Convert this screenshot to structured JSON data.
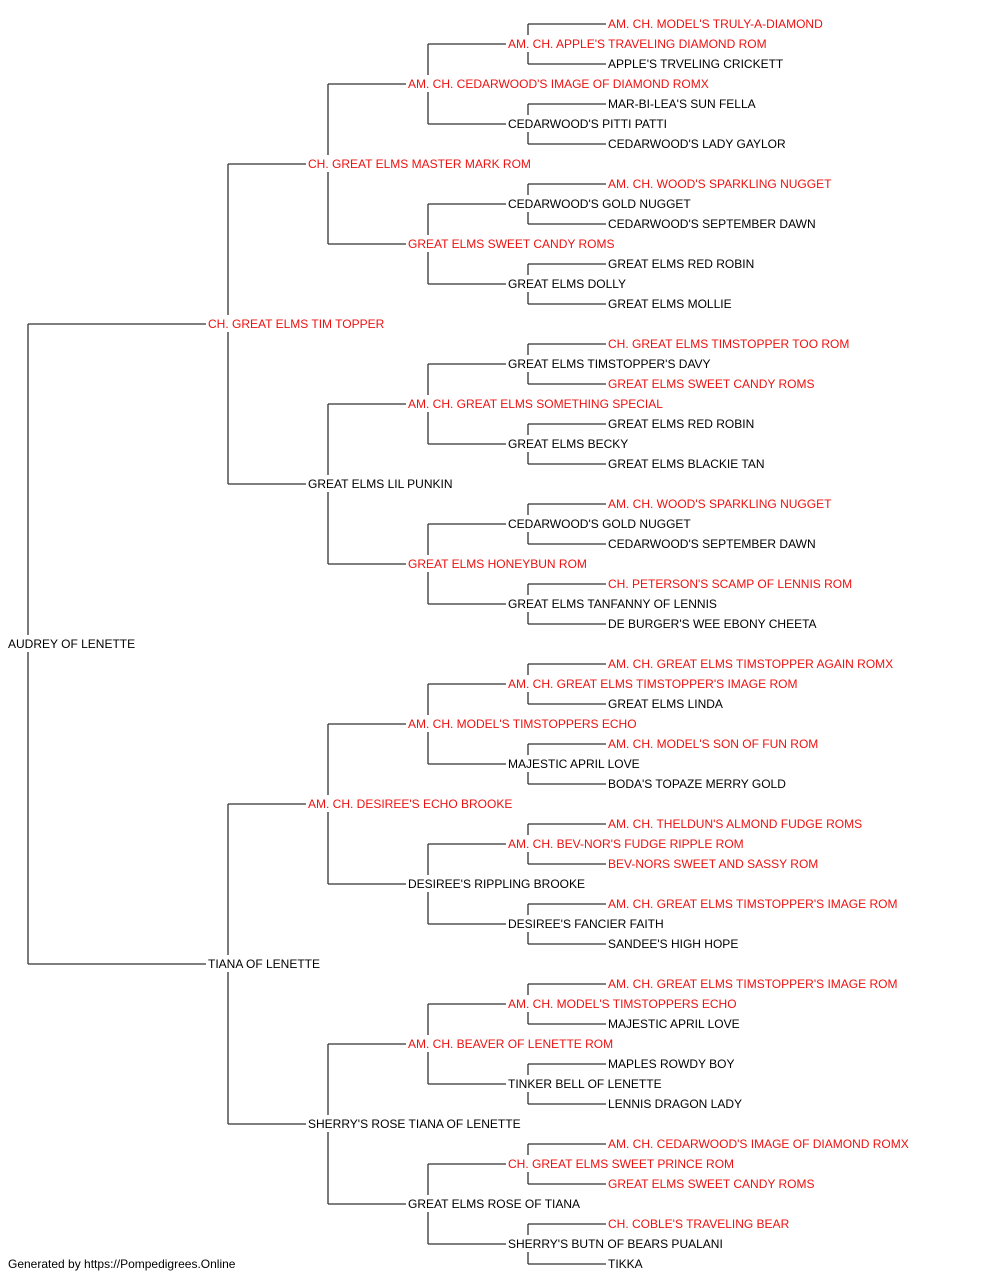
{
  "colors": {
    "champion": "#ee1111",
    "normal": "#000000",
    "line": "#333333"
  },
  "footer": "Generated by https://Pompedigrees.Online",
  "pedigree": {
    "name": "AUDREY OF LENETTE",
    "champion": false,
    "sire": {
      "name": "CH. GREAT ELMS TIM TOPPER",
      "champion": true,
      "sire": {
        "name": "CH. GREAT ELMS MASTER MARK ROM",
        "champion": true,
        "sire": {
          "name": "AM. CH. CEDARWOOD'S IMAGE OF DIAMOND ROMX",
          "champion": true,
          "sire": {
            "name": "AM. CH. APPLE'S TRAVELING DIAMOND ROM",
            "champion": true,
            "sire": {
              "name": "AM. CH. MODEL'S TRULY-A-DIAMOND",
              "champion": true
            },
            "dam": {
              "name": "APPLE'S TRVELING CRICKETT",
              "champion": false
            }
          },
          "dam": {
            "name": "CEDARWOOD'S PITTI PATTI",
            "champion": false,
            "sire": {
              "name": "MAR-BI-LEA'S SUN FELLA",
              "champion": false
            },
            "dam": {
              "name": "CEDARWOOD'S LADY GAYLOR",
              "champion": false
            }
          }
        },
        "dam": {
          "name": "GREAT ELMS SWEET CANDY ROMS",
          "champion": true,
          "sire": {
            "name": "CEDARWOOD'S GOLD NUGGET",
            "champion": false,
            "sire": {
              "name": "AM. CH. WOOD'S SPARKLING NUGGET",
              "champion": true
            },
            "dam": {
              "name": "CEDARWOOD'S SEPTEMBER DAWN",
              "champion": false
            }
          },
          "dam": {
            "name": "GREAT ELMS DOLLY",
            "champion": false,
            "sire": {
              "name": "GREAT ELMS RED ROBIN",
              "champion": false
            },
            "dam": {
              "name": "GREAT ELMS MOLLIE",
              "champion": false
            }
          }
        }
      },
      "dam": {
        "name": "GREAT ELMS LIL PUNKIN",
        "champion": false,
        "sire": {
          "name": "AM. CH. GREAT ELMS SOMETHING SPECIAL",
          "champion": true,
          "sire": {
            "name": "GREAT ELMS TIMSTOPPER'S DAVY",
            "champion": false,
            "sire": {
              "name": "CH. GREAT ELMS TIMSTOPPER TOO ROM",
              "champion": true
            },
            "dam": {
              "name": "GREAT ELMS SWEET CANDY ROMS",
              "champion": true
            }
          },
          "dam": {
            "name": "GREAT ELMS BECKY",
            "champion": false,
            "sire": {
              "name": "GREAT ELMS RED ROBIN",
              "champion": false
            },
            "dam": {
              "name": "GREAT ELMS BLACKIE TAN",
              "champion": false
            }
          }
        },
        "dam": {
          "name": "GREAT ELMS HONEYBUN ROM",
          "champion": true,
          "sire": {
            "name": "CEDARWOOD'S GOLD NUGGET",
            "champion": false,
            "sire": {
              "name": "AM. CH. WOOD'S SPARKLING NUGGET",
              "champion": true
            },
            "dam": {
              "name": "CEDARWOOD'S SEPTEMBER DAWN",
              "champion": false
            }
          },
          "dam": {
            "name": "GREAT ELMS TANFANNY OF LENNIS",
            "champion": false,
            "sire": {
              "name": "CH. PETERSON'S SCAMP OF LENNIS ROM",
              "champion": true
            },
            "dam": {
              "name": "DE BURGER'S WEE EBONY CHEETA",
              "champion": false
            }
          }
        }
      }
    },
    "dam": {
      "name": "TIANA OF LENETTE",
      "champion": false,
      "sire": {
        "name": "AM. CH. DESIREE'S ECHO BROOKE",
        "champion": true,
        "sire": {
          "name": "AM. CH. MODEL'S TIMSTOPPERS ECHO",
          "champion": true,
          "sire": {
            "name": "AM. CH. GREAT ELMS TIMSTOPPER'S IMAGE ROM",
            "champion": true,
            "sire": {
              "name": "AM. CH. GREAT ELMS TIMSTOPPER AGAIN ROMX",
              "champion": true
            },
            "dam": {
              "name": "GREAT ELMS LINDA",
              "champion": false
            }
          },
          "dam": {
            "name": "MAJESTIC APRIL LOVE",
            "champion": false,
            "sire": {
              "name": "AM. CH. MODEL'S SON OF FUN ROM",
              "champion": true
            },
            "dam": {
              "name": "BODA'S TOPAZE MERRY GOLD",
              "champion": false
            }
          }
        },
        "dam": {
          "name": "DESIREE'S RIPPLING BROOKE",
          "champion": false,
          "sire": {
            "name": "AM. CH. BEV-NOR'S FUDGE RIPPLE ROM",
            "champion": true,
            "sire": {
              "name": "AM. CH. THELDUN'S ALMOND FUDGE ROMS",
              "champion": true
            },
            "dam": {
              "name": "BEV-NORS SWEET AND SASSY ROM",
              "champion": true
            }
          },
          "dam": {
            "name": "DESIREE'S FANCIER FAITH",
            "champion": false,
            "sire": {
              "name": "AM. CH. GREAT ELMS TIMSTOPPER'S IMAGE ROM",
              "champion": true
            },
            "dam": {
              "name": "SANDEE'S HIGH HOPE",
              "champion": false
            }
          }
        }
      },
      "dam": {
        "name": "SHERRY'S ROSE TIANA OF LENETTE",
        "champion": false,
        "sire": {
          "name": "AM. CH. BEAVER OF LENETTE ROM",
          "champion": true,
          "sire": {
            "name": "AM. CH. MODEL'S TIMSTOPPERS ECHO",
            "champion": true,
            "sire": {
              "name": "AM. CH. GREAT ELMS TIMSTOPPER'S IMAGE ROM",
              "champion": true
            },
            "dam": {
              "name": "MAJESTIC APRIL LOVE",
              "champion": false
            }
          },
          "dam": {
            "name": "TINKER BELL OF LENETTE",
            "champion": false,
            "sire": {
              "name": "MAPLES ROWDY BOY",
              "champion": false
            },
            "dam": {
              "name": "LENNIS DRAGON LADY",
              "champion": false
            }
          }
        },
        "dam": {
          "name": "GREAT ELMS ROSE OF TIANA",
          "champion": false,
          "sire": {
            "name": "CH. GREAT ELMS SWEET PRINCE ROM",
            "champion": true,
            "sire": {
              "name": "AM. CH. CEDARWOOD'S IMAGE OF DIAMOND ROMX",
              "champion": true
            },
            "dam": {
              "name": "GREAT ELMS SWEET CANDY ROMS",
              "champion": true
            }
          },
          "dam": {
            "name": "SHERRY'S BUTN OF BEARS PUALANI",
            "champion": false,
            "sire": {
              "name": "CH. COBLE'S TRAVELING BEAR",
              "champion": true
            },
            "dam": {
              "name": "TIKKA",
              "champion": false
            }
          }
        }
      }
    }
  }
}
